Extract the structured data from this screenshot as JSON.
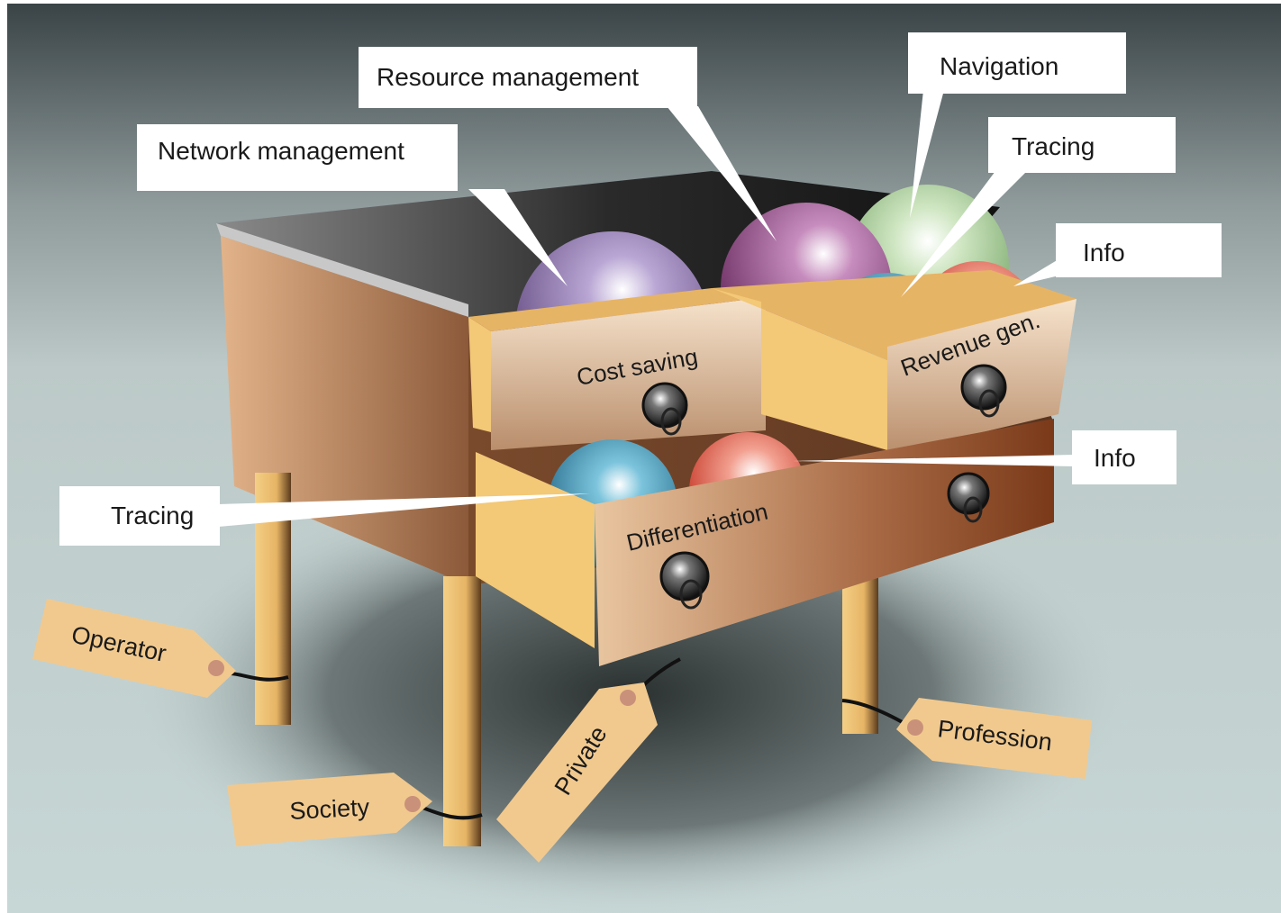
{
  "callouts": {
    "network_management": "Network management",
    "resource_management": "Resource management",
    "navigation": "Navigation",
    "tracing_top": "Tracing",
    "info_top": "Info",
    "info_bottom": "Info",
    "tracing_bottom": "Tracing"
  },
  "drawers": {
    "cost_saving": "Cost saving",
    "revenue_gen": "Revenue gen.",
    "differentiation": "Differentiation"
  },
  "tags": {
    "operator": "Operator",
    "society": "Society",
    "private": "Private",
    "profession": "Profession"
  },
  "colors": {
    "sphere_network": "#8a6fa8",
    "sphere_resource": "#9a5a90",
    "sphere_navigation": "#9ac48a",
    "sphere_tracing": "#2f8fb0",
    "sphere_info": "#e0604a",
    "desk_wood": "#b8805a",
    "drawer_inside": "#f3c877",
    "tag": "#f1c98e",
    "leg": "#f2c878"
  }
}
